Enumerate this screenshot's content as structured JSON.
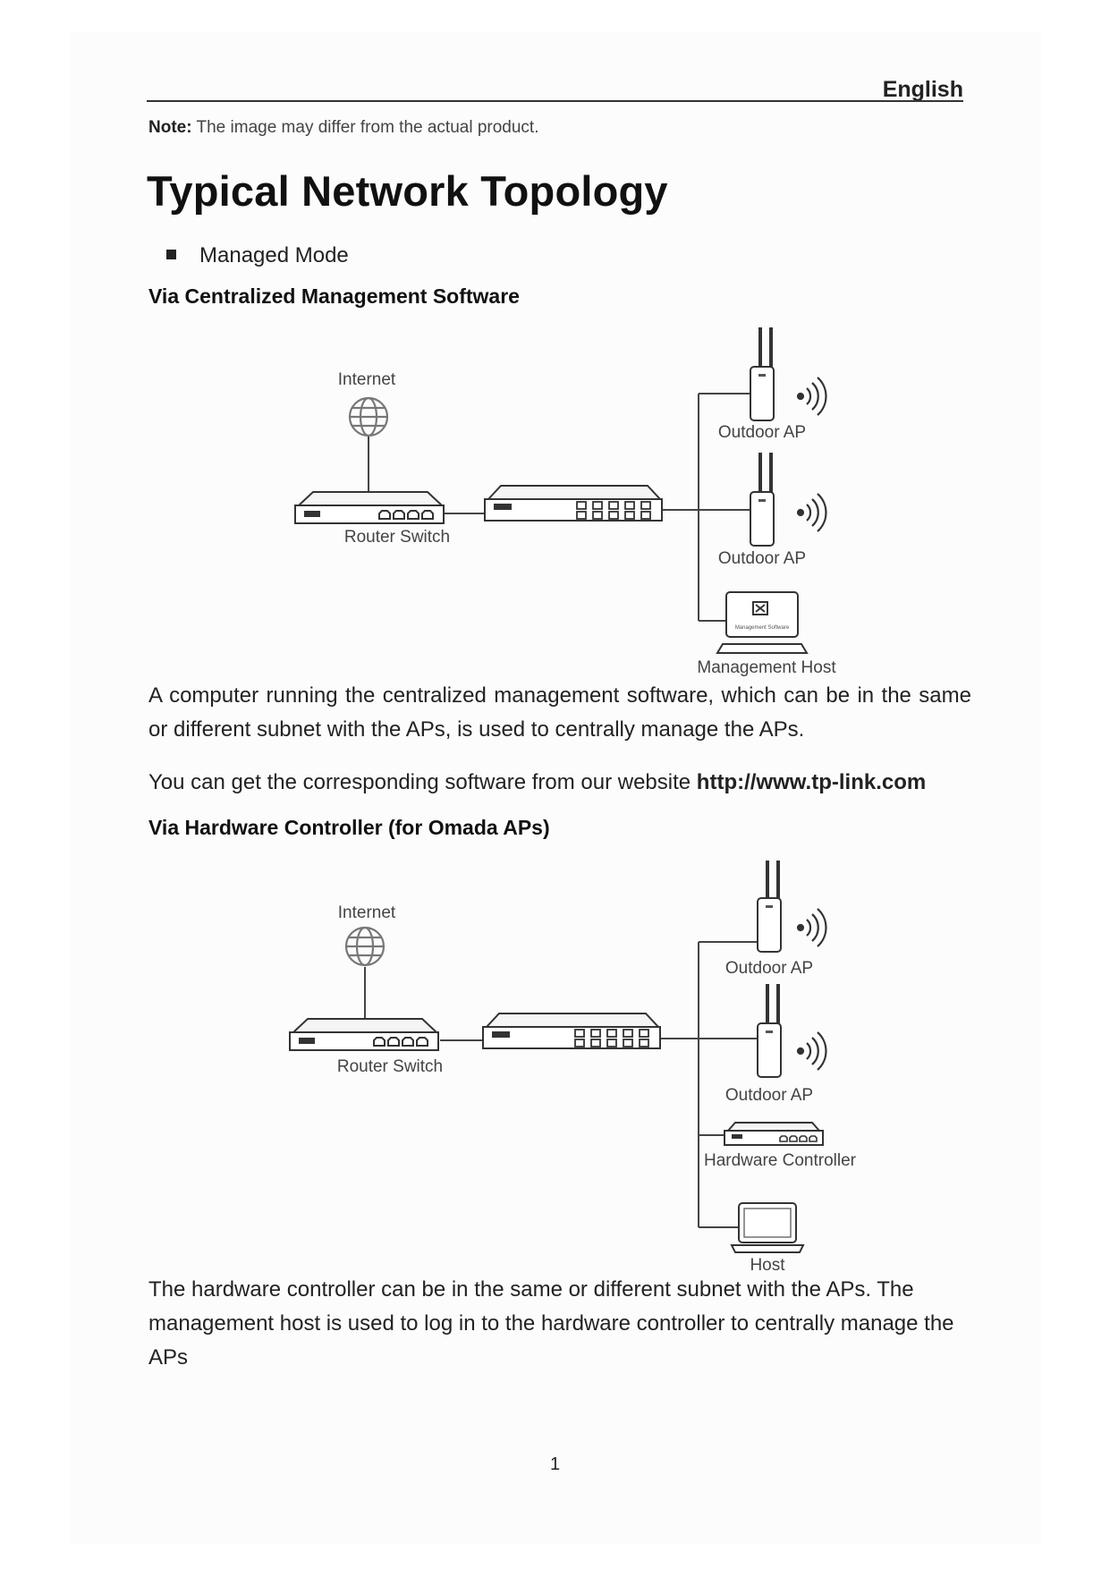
{
  "header": {
    "language": "English"
  },
  "note": {
    "label": "Note:",
    "text": " The image may differ from the actual product."
  },
  "title": "Typical Network Topology",
  "bullet": "Managed Mode",
  "section1": {
    "heading": "Via Centralized Management Software",
    "diagram": {
      "internet": "Internet",
      "router_switch": "Router Switch",
      "outdoor_ap_1": "Outdoor AP",
      "outdoor_ap_2": "Outdoor AP",
      "management_host": "Management Host",
      "screen_text": "Management Software"
    },
    "paragraph": "A computer running the centralized management software, which can be in the same or different subnet with the APs, is used to centrally manage the APs.",
    "website_text": "You can get the corresponding software from our website ",
    "website_link": "http://www.tp-link.com"
  },
  "section2": {
    "heading": "Via Hardware Controller (for Omada APs)",
    "diagram": {
      "internet": "Internet",
      "router_switch": "Router Switch",
      "outdoor_ap_1": "Outdoor AP",
      "outdoor_ap_2": "Outdoor AP",
      "hardware_controller": "Hardware Controller",
      "host": "Host"
    },
    "paragraph": "The hardware controller can be in the same or different subnet with the APs. The management host is used to log in to the hardware controller to centrally manage the APs"
  },
  "footer": {
    "page_number": "1"
  },
  "icons": [
    "globe-icon",
    "router-icon",
    "switch-icon",
    "access-point-icon",
    "wifi-signal-icon",
    "monitor-icon",
    "laptop-icon"
  ]
}
